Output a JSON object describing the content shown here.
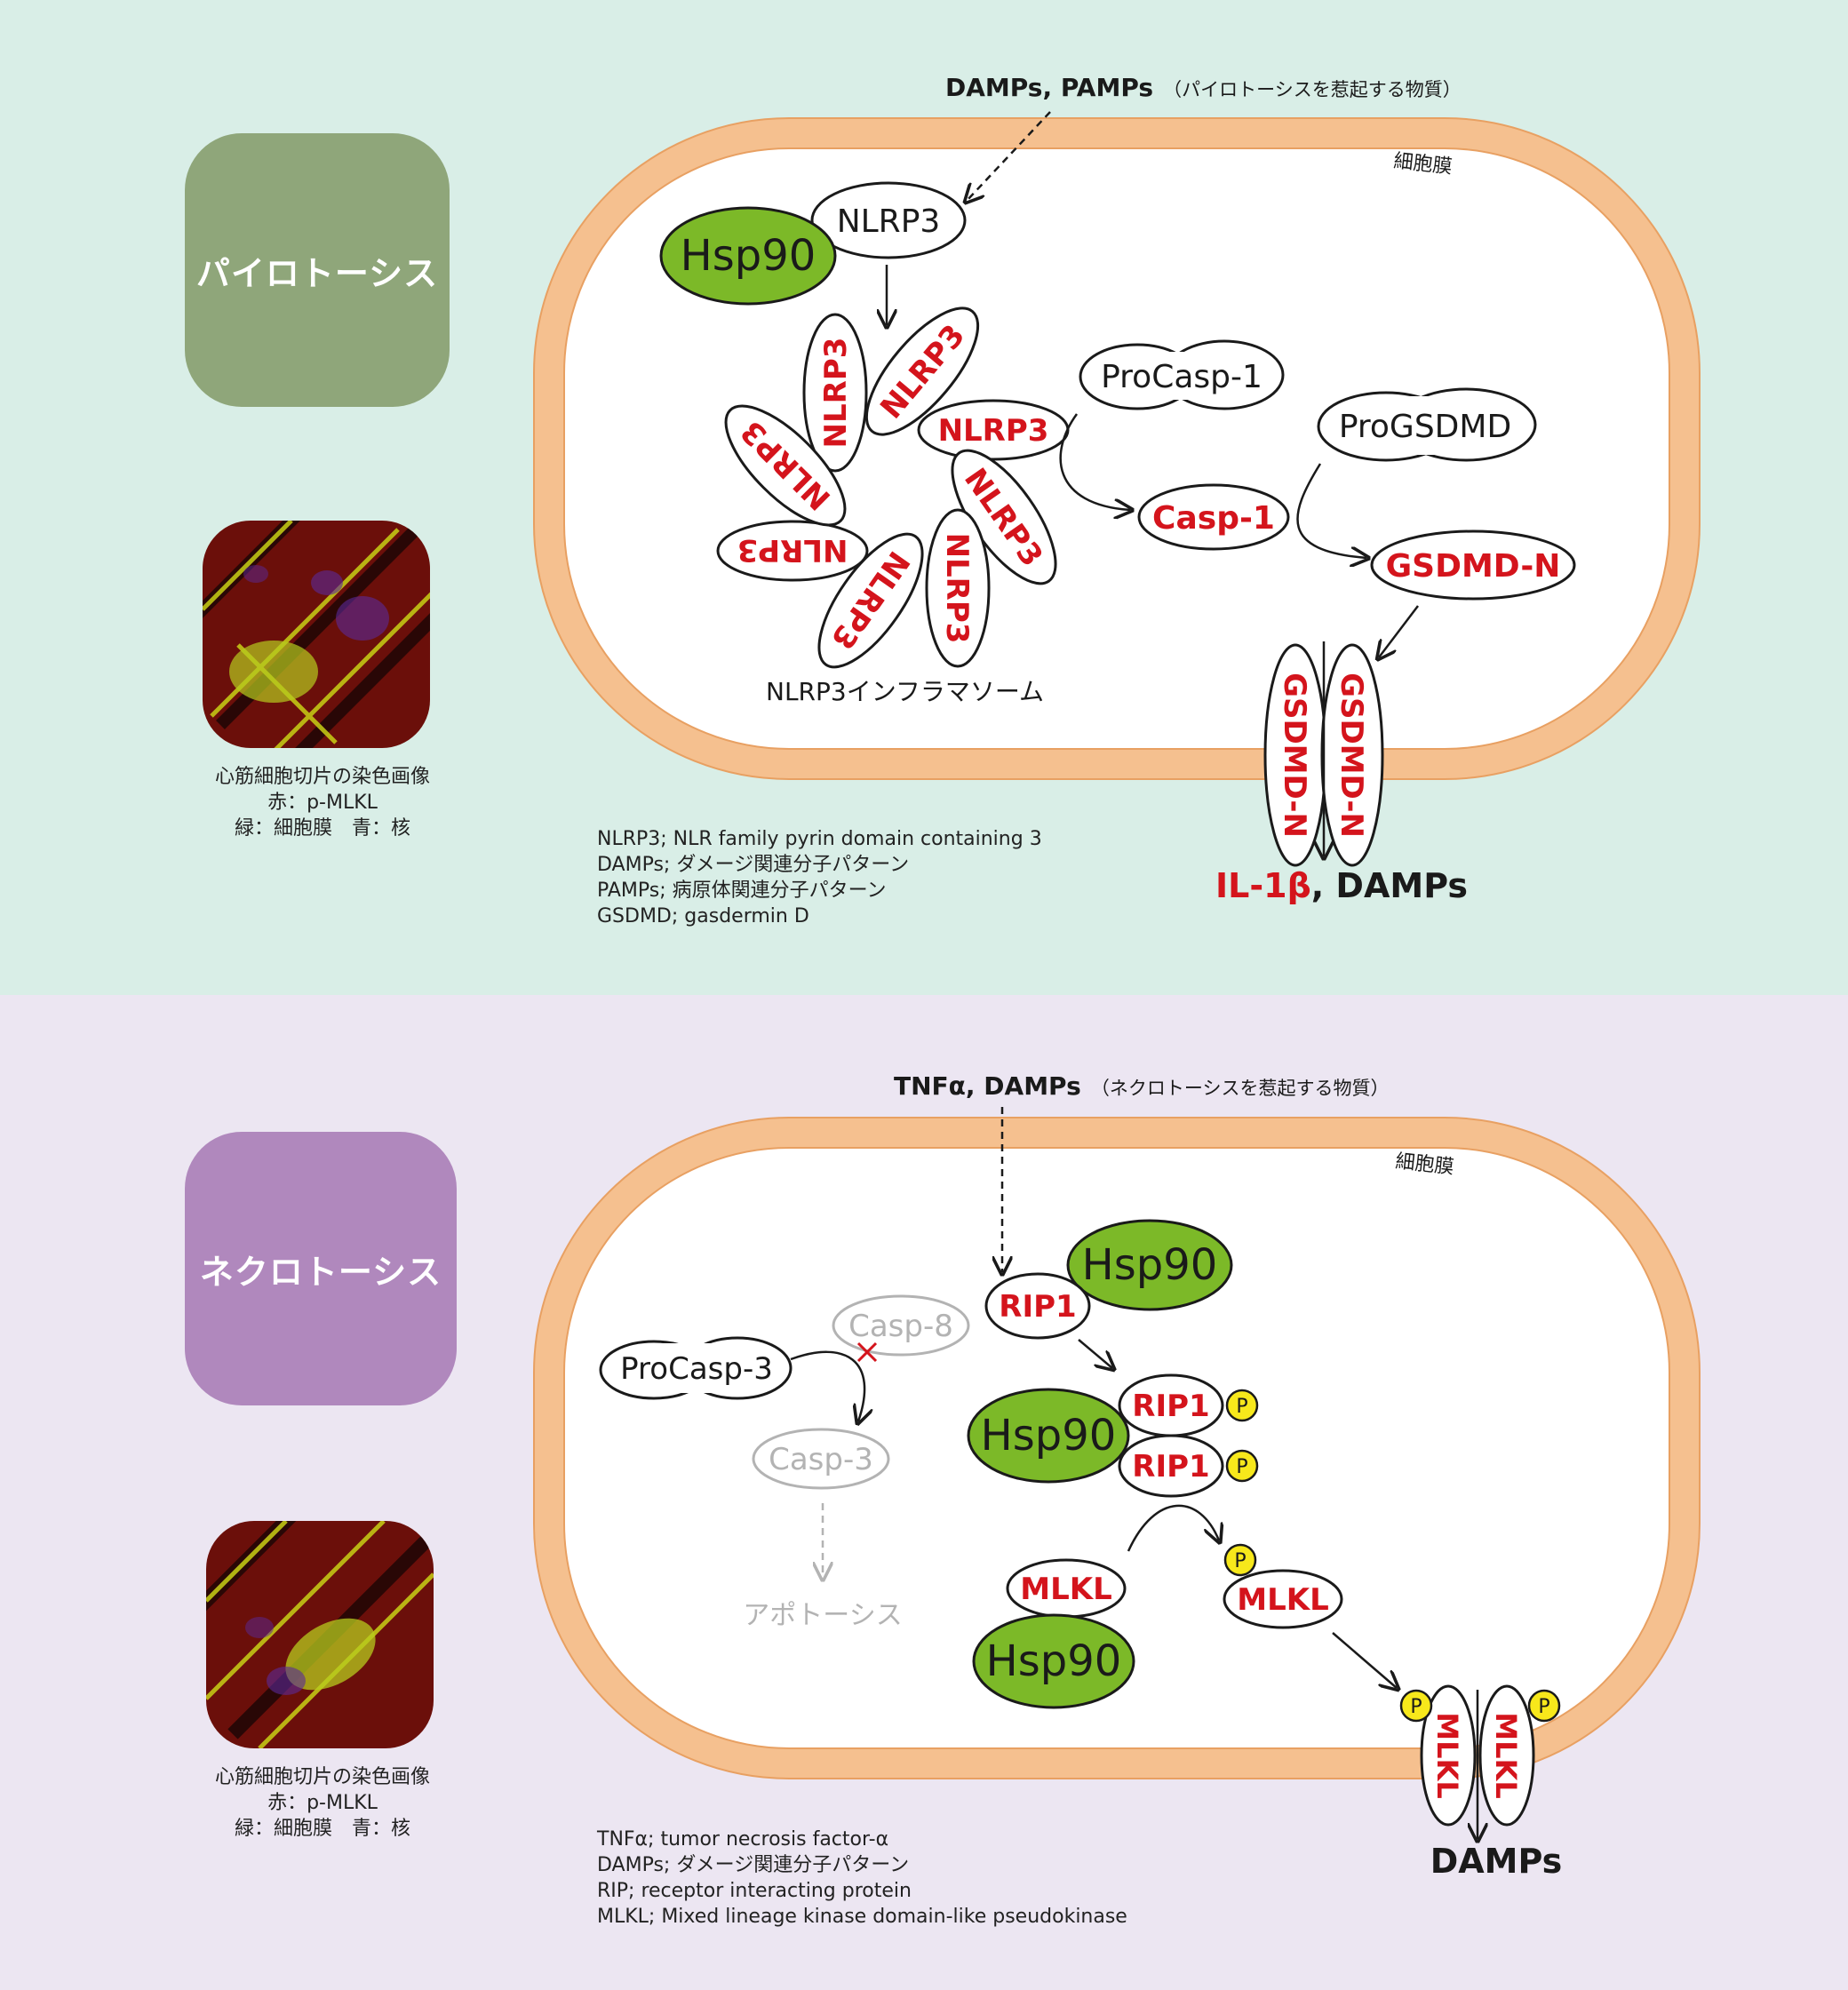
{
  "pyroptosis": {
    "category_label": "パイロトーシス",
    "trigger": "DAMPs, PAMPs",
    "trigger_note": "（パイロトーシスを惹起する物質）",
    "membrane_label": "細胞膜",
    "hsp90": "Hsp90",
    "nlrp3": "NLRP3",
    "inflammasome_label": "NLRP3インフラマソーム",
    "procasp1": "ProCasp-1",
    "casp1": "Casp-1",
    "progsdmd": "ProGSDMD",
    "gsdmdn": "GSDMD-N",
    "release_il1b": "IL-1β",
    "release_rest": ", DAMPs",
    "caption": [
      "心筋細胞切片の染色画像",
      "赤：p-MLKL",
      "緑：細胞膜　青：核"
    ],
    "legend": [
      "NLRP3; NLR family pyrin domain containing 3",
      "DAMPs; ダメージ関連分子パターン",
      "PAMPs; 病原体関連分子パターン",
      "GSDMD; gasdermin D"
    ]
  },
  "necroptosis": {
    "category_label": "ネクロトーシス",
    "trigger": "TNFα, DAMPs",
    "trigger_note": "（ネクロトーシスを惹起する物質）",
    "membrane_label": "細胞膜",
    "hsp90": "Hsp90",
    "rip1": "RIP1",
    "casp8": "Casp-8",
    "procasp3": "ProCasp-3",
    "casp3": "Casp-3",
    "apoptosis": "アポトーシス",
    "p": "P",
    "mlkl": "MLKL",
    "release": "DAMPs",
    "caption": [
      "心筋細胞切片の染色画像",
      "赤：p-MLKL",
      "緑：細胞膜　青：核"
    ],
    "legend": [
      "TNFα; tumor necrosis factor-α",
      "DAMPs; ダメージ関連分子パターン",
      "RIP; receptor interacting protein",
      "MLKL; Mixed lineage kinase domain-like pseudokinase"
    ]
  },
  "colors": {
    "pyro_box": "#8fa67a",
    "necro_box": "#b088bd",
    "hsp90_green": "#7cb928",
    "protein_red": "#d4141c",
    "membrane_orange": "#f5c08f",
    "phospho_yellow": "#f7e81b"
  }
}
